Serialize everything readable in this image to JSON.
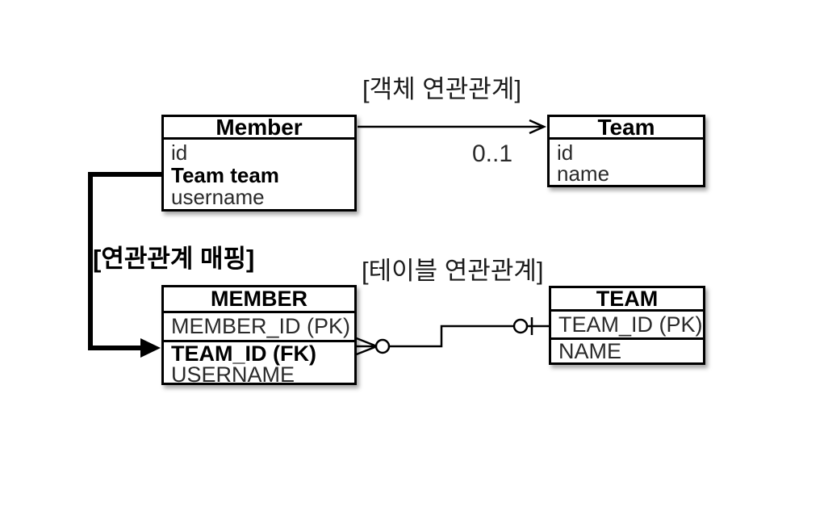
{
  "object_association": {
    "title": "[객체 연관관계]",
    "multiplicity_label": "0..1",
    "member_class": {
      "name": "Member",
      "fields": [
        "id",
        "Team team",
        "username"
      ],
      "bold_field": "Team team"
    },
    "team_class": {
      "name": "Team",
      "fields": [
        "id",
        "name"
      ]
    }
  },
  "mapping": {
    "label": "[연관관계 매핑]"
  },
  "table_association": {
    "title": "[테이블 연관관계]",
    "member_table": {
      "name": "MEMBER",
      "columns": [
        "MEMBER_ID (PK)",
        "TEAM_ID (FK)",
        "USERNAME"
      ],
      "bold_column": "TEAM_ID (FK)"
    },
    "team_table": {
      "name": "TEAM",
      "columns": [
        "TEAM_ID (PK)",
        "NAME"
      ]
    },
    "cardinality": {
      "member_side": "zero-or-many (crow's foot with circle)",
      "team_side": "zero-or-one (circle and bar)"
    }
  },
  "colors": {
    "line": "#000000",
    "box_background": "#ffffff",
    "page_background": "#ffffff",
    "text": "#1c1c1c"
  }
}
